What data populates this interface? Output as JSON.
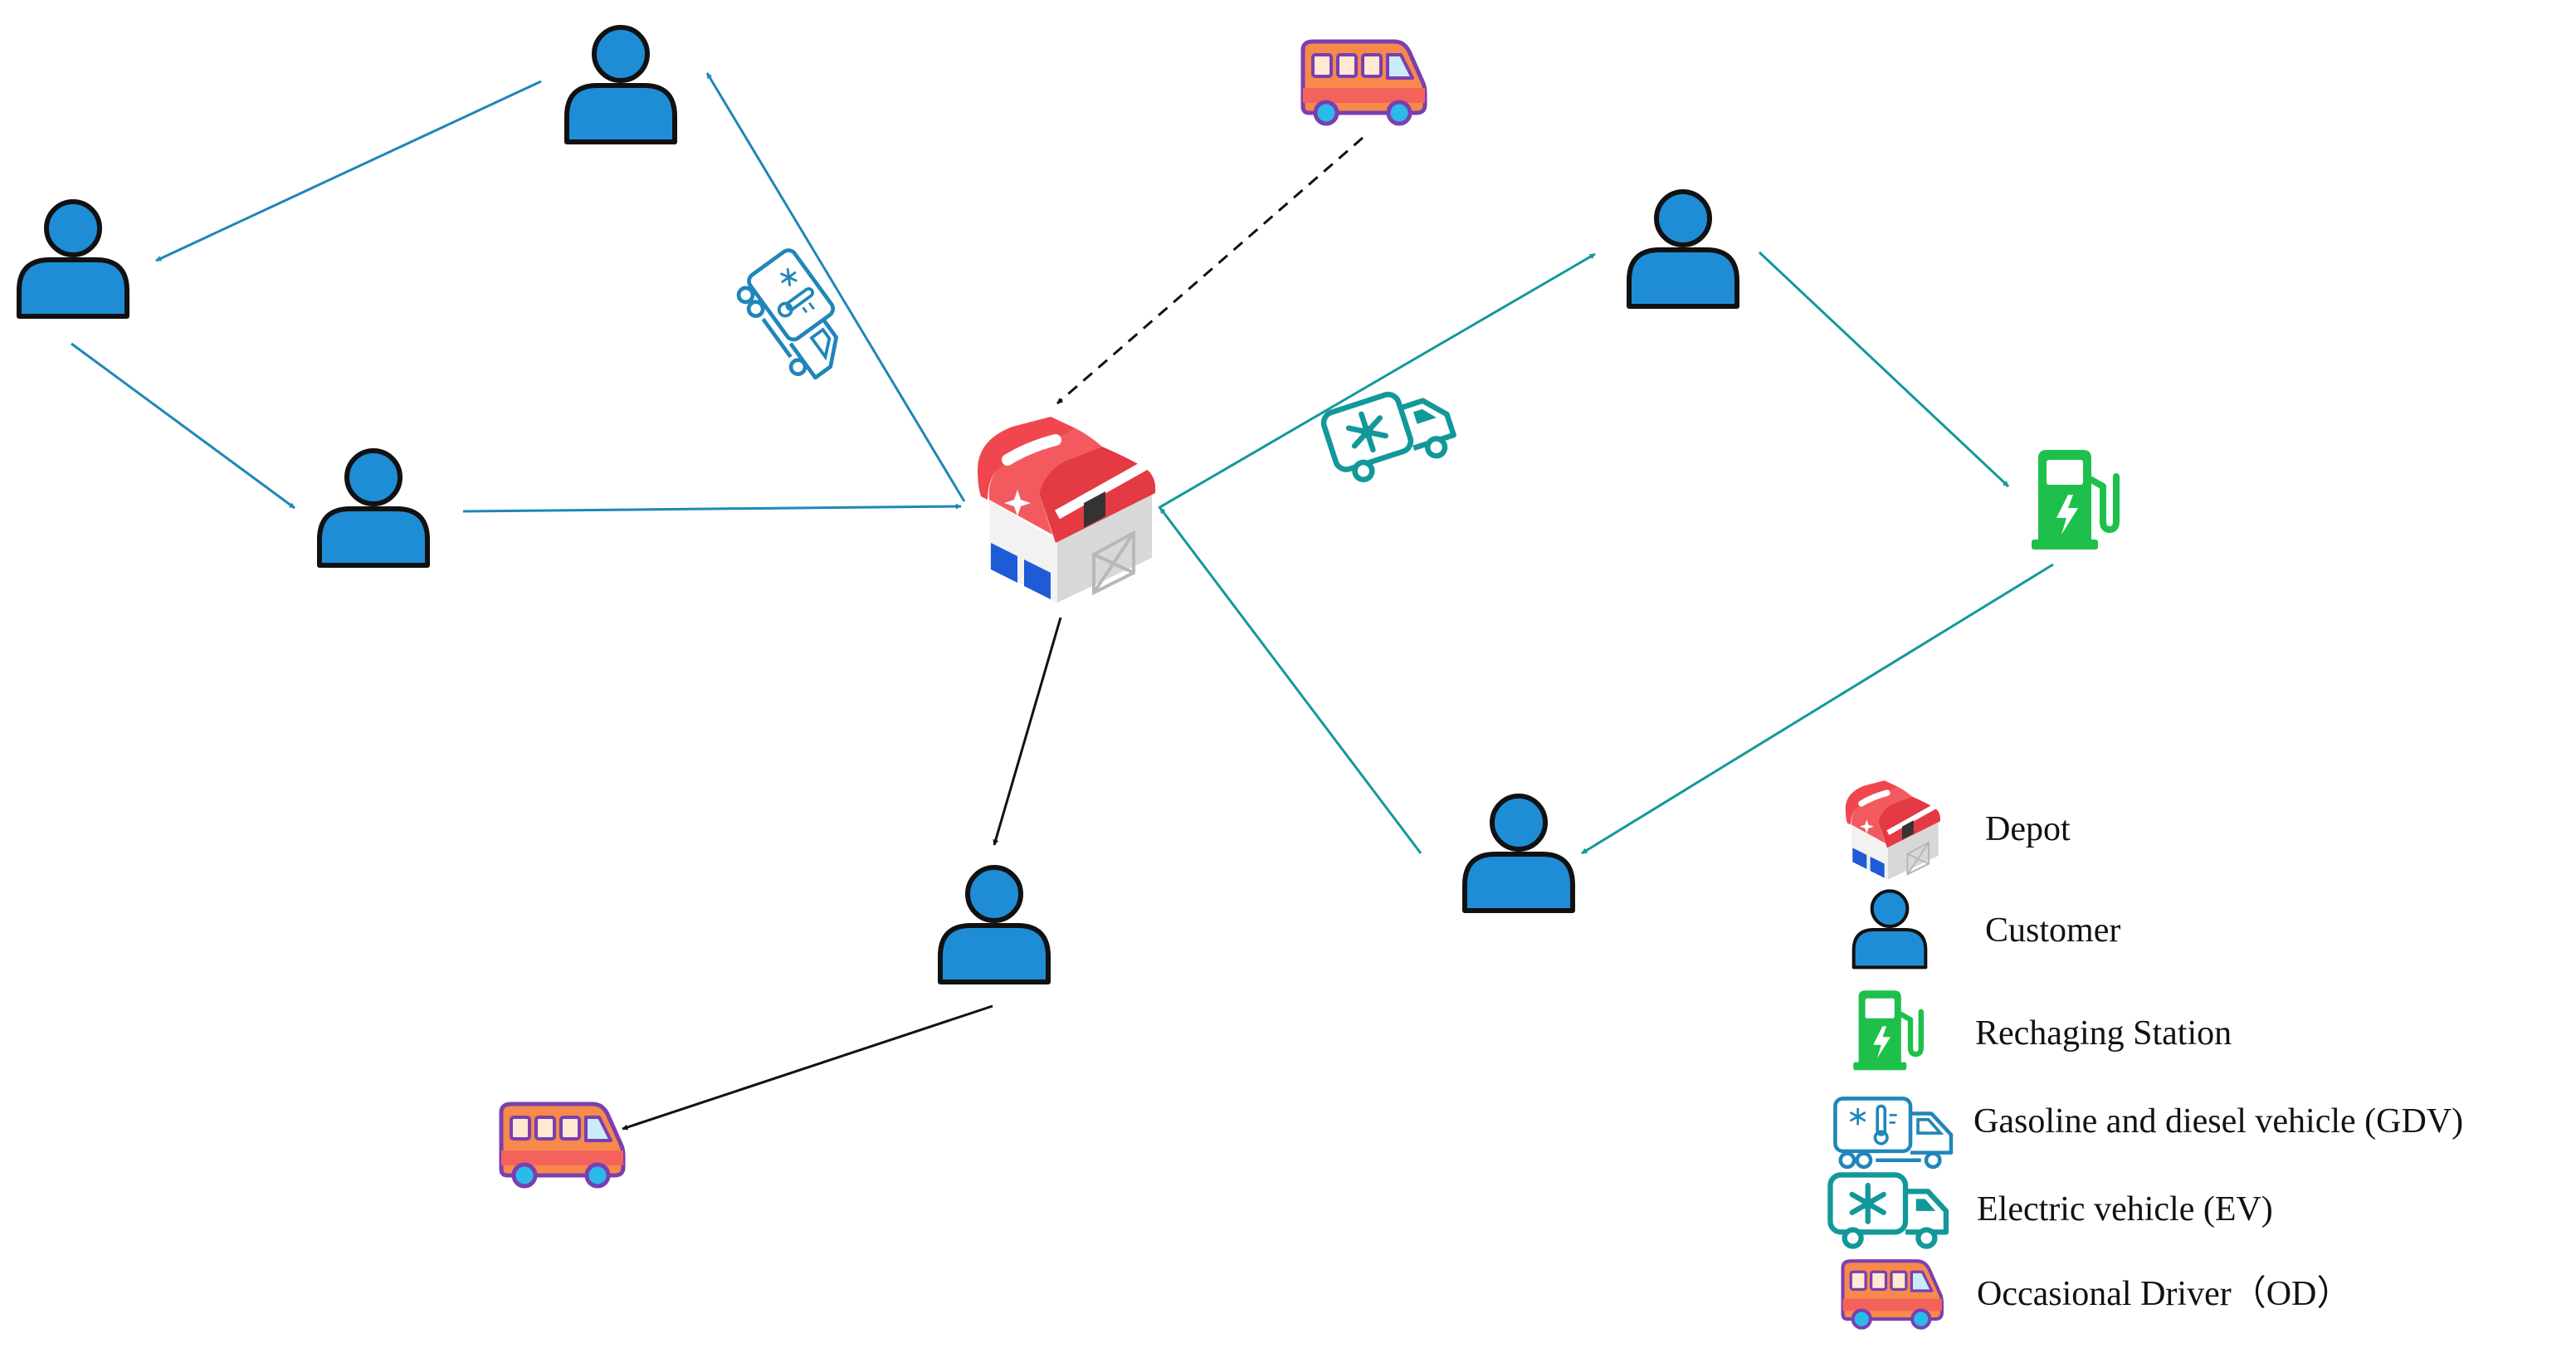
{
  "colors": {
    "gdv_blue": "#1F86B9",
    "ev_teal": "#13989A",
    "customer_fill": "#1F8DD6",
    "customer_stroke": "#111111",
    "station_green": "#1EC04B",
    "od_orange": "#F6894B",
    "od_outline": "#7A3FB0",
    "depot_red": "#F0464F"
  },
  "legend": {
    "depot": "Depot",
    "customer": "Customer",
    "station": "Rechaging Station",
    "gdv": "Gasoline and diesel vehicle (GDV)",
    "ev": "Electric vehicle (EV)",
    "od": "Occasional Driver（OD）"
  },
  "icons": {
    "depot": "barn-icon",
    "customer": "person-icon",
    "station": "ev-charging-station-icon",
    "gdv": "refrigerated-truck-thermometer-icon",
    "ev": "refrigerated-truck-snowflake-icon",
    "od": "van-icon"
  }
}
